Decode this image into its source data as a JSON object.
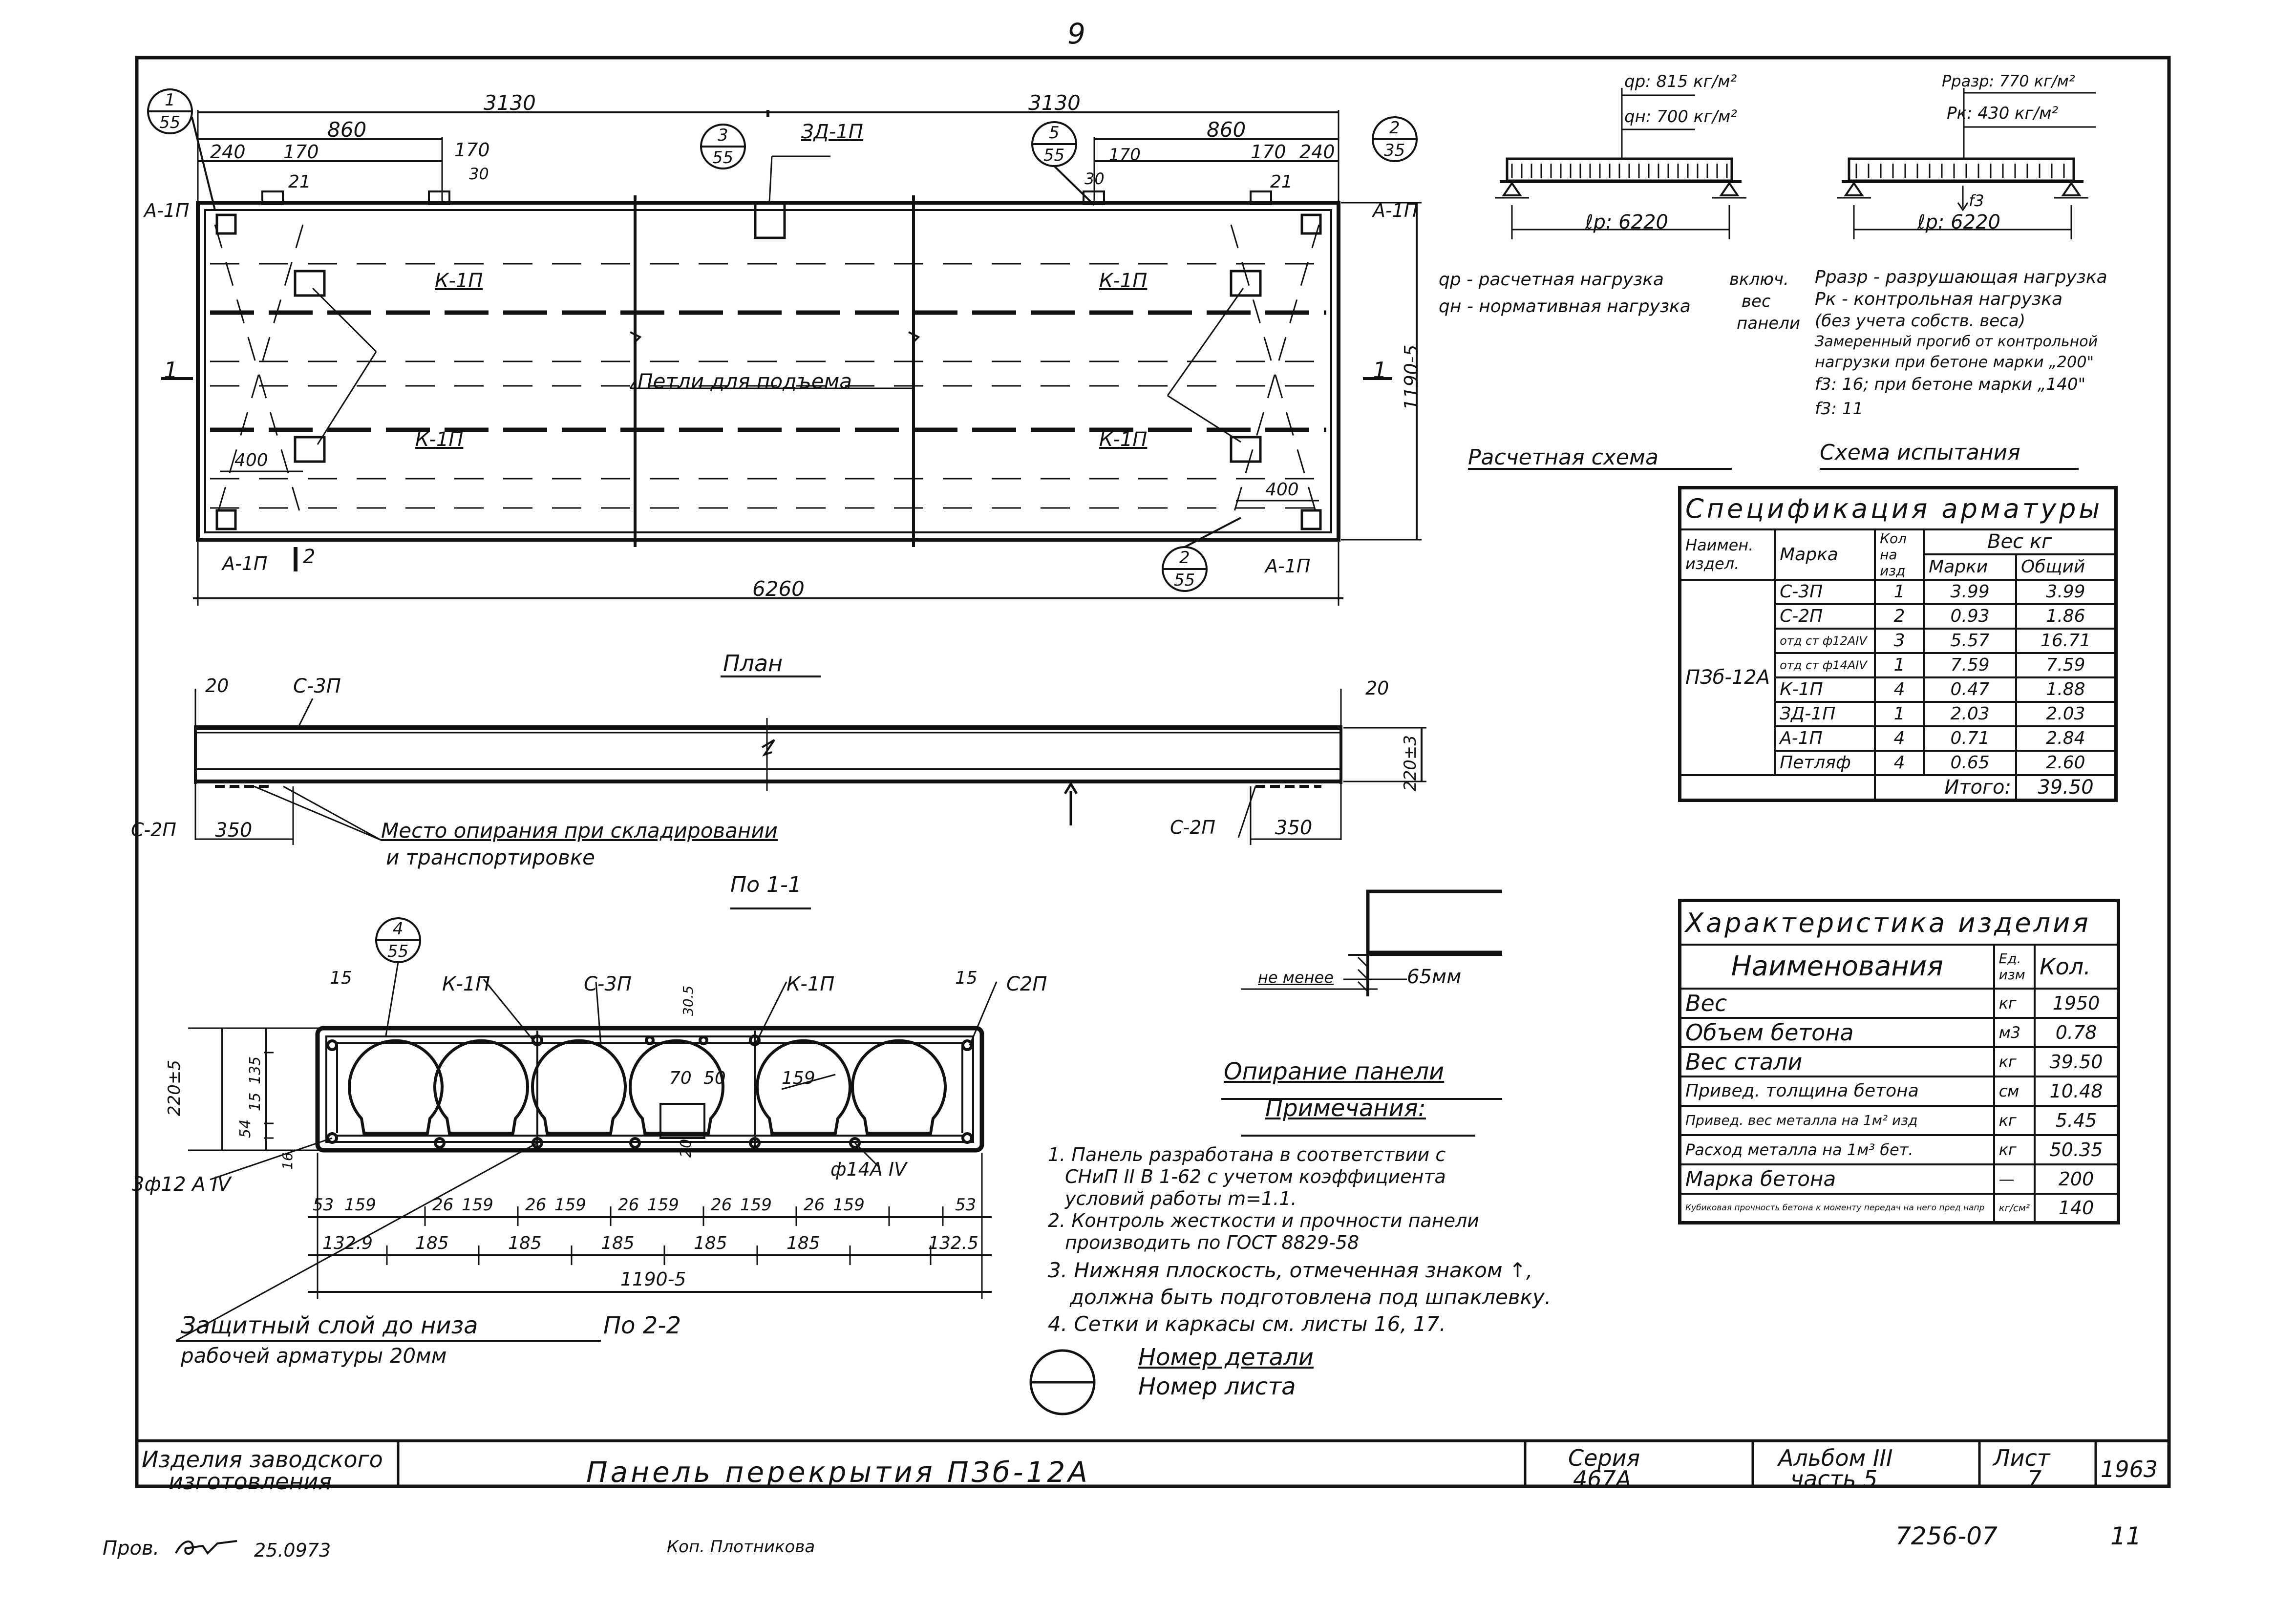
{
  "page_number": "9",
  "plan": {
    "title": "План",
    "dims_top": [
      "3130",
      "3130",
      "860",
      "860",
      "240",
      "170",
      "170",
      "170",
      "170",
      "240",
      "21",
      "30",
      "30",
      "21"
    ],
    "balloons": [
      {
        "top": "1",
        "bottom": "55"
      },
      {
        "top": "3",
        "bottom": "55"
      },
      {
        "top": "5",
        "bottom": "55"
      },
      {
        "top": "2",
        "bottom": "35"
      },
      {
        "top": "2",
        "bottom": "55"
      }
    ],
    "labels": {
      "zd": "ЗД-1П",
      "a1": "А-1П",
      "a2": "А-1П",
      "a3": "А-1П",
      "a4": "А-1П",
      "k1": "К-1П",
      "k2": "К-1П",
      "k3": "К-1П",
      "k4": "К-1П",
      "petli": "Петли для подъема",
      "d400a": "400",
      "d400b": "400",
      "width": "1190-5",
      "length": "6260",
      "sec1_left": "1",
      "sec1_right": "1",
      "sec2": "2"
    }
  },
  "side_view": {
    "title": "По 1-1",
    "labels": {
      "d20a": "20",
      "d20b": "20",
      "c3": "С-3П",
      "c2_left": "С-2П",
      "c2_right": "С-2П",
      "d350a": "350",
      "d350b": "350",
      "h": "220±3",
      "support_line1": "Место опирания при складировании",
      "support_line2": "и транспортировке"
    }
  },
  "section": {
    "balloon": {
      "top": "4",
      "bottom": "55"
    },
    "labels": {
      "d15a": "15",
      "d15b": "15",
      "k1a": "К-1П",
      "c3": "С-3П",
      "k1b": "К-1П",
      "c2": "С2П",
      "d305": "30.5",
      "d70": "70",
      "d50": "50",
      "d159": "159",
      "d20": "20",
      "h_total": "220±5",
      "h54": "54",
      "h15": "15",
      "h135": "135",
      "h16": "16",
      "rebar_left": "3ф12 А IV",
      "rebar_right": "ф14А IV",
      "bottom_dims": [
        "53",
        "159",
        "26",
        "159",
        "26",
        "159",
        "26",
        "159",
        "26",
        "159",
        "26",
        "159",
        "53"
      ],
      "pitch_dims": [
        "132.9",
        "185",
        "185",
        "185",
        "185",
        "185",
        "132.5"
      ],
      "width": "1190-5",
      "cover_line1": "Защитный слой до низа",
      "cover_line2": "рабочей арматуры 20мм",
      "section2": "По 2-2"
    }
  },
  "support_detail": {
    "min_label": "не менее",
    "value": "65мм",
    "title": "Опирание панели"
  },
  "design_scheme": {
    "qp": "qр: 815 кг/м²",
    "qn": "qн: 700 кг/м²",
    "span": "ℓр: 6220",
    "caption": "Расчетная схема",
    "legend": [
      "qр - расчетная нагрузка",
      "qн - нормативная нагрузка"
    ],
    "legend_note": [
      "включ.",
      "вес",
      "панели"
    ]
  },
  "test_scheme": {
    "prazr": "Рразр: 770 кг/м²",
    "pk": "Рк: 430 кг/м²",
    "f3": "f3",
    "span": "ℓр: 6220",
    "caption": "Схема испытания",
    "notes": [
      "Рразр - разрушающая нагрузка",
      "Рк - контрольная нагрузка",
      "(без учета собств. веса)",
      "Замеренный прогиб от контрольной",
      "нагрузки при бетоне марки „200\"",
      "f3: 16; при бетоне марки „140\"",
      "f3: 11"
    ]
  },
  "spec_table": {
    "title": "Спецификация арматуры",
    "headers": {
      "name": "Наимен. издел.",
      "mark": "Марка",
      "count": "Кол на изд",
      "weight": "Вес кг",
      "per_mark": "Марки",
      "total": "Общий"
    },
    "product": "ПЗб-12А",
    "rows": [
      {
        "mark": "С-3П",
        "count": "1",
        "w": "3.99",
        "total": "3.99"
      },
      {
        "mark": "С-2П",
        "count": "2",
        "w": "0.93",
        "total": "1.86"
      },
      {
        "mark": "отд ст ф12АIV",
        "count": "3",
        "w": "5.57",
        "total": "16.71"
      },
      {
        "mark": "отд ст ф14АIV",
        "count": "1",
        "w": "7.59",
        "total": "7.59"
      },
      {
        "mark": "К-1П",
        "count": "4",
        "w": "0.47",
        "total": "1.88"
      },
      {
        "mark": "ЗД-1П",
        "count": "1",
        "w": "2.03",
        "total": "2.03"
      },
      {
        "mark": "А-1П",
        "count": "4",
        "w": "0.71",
        "total": "2.84"
      },
      {
        "mark": "Петляф",
        "count": "4",
        "w": "0.65",
        "total": "2.60"
      }
    ],
    "total_label": "Итого:",
    "total_value": "39.50"
  },
  "char_table": {
    "title": "Характеристика изделия",
    "headers": {
      "name": "Наименования",
      "unit": "Ед. изм",
      "qty": "Кол."
    },
    "rows": [
      {
        "name": "Вес",
        "unit": "кг",
        "qty": "1950"
      },
      {
        "name": "Объем бетона",
        "unit": "м3",
        "qty": "0.78"
      },
      {
        "name": "Вес стали",
        "unit": "кг",
        "qty": "39.50"
      },
      {
        "name": "Привед. толщина бетона",
        "unit": "см",
        "qty": "10.48"
      },
      {
        "name": "Привед. вес металла на 1м² изд",
        "unit": "кг",
        "qty": "5.45"
      },
      {
        "name": "Расход металла на 1м³ бет.",
        "unit": "кг",
        "qty": "50.35"
      },
      {
        "name": "Марка бетона",
        "unit": "—",
        "qty": "200"
      },
      {
        "name": "Кубиковая прочность бетона к моменту передач на него пред напр",
        "unit": "кг/см²",
        "qty": "140"
      }
    ]
  },
  "notes": {
    "title": "Примечания:",
    "items": [
      "1. Панель разработана в соответствии с",
      "СНиП II В 1-62 с учетом коэффициента",
      "условий работы m=1.1.",
      "2. Контроль жесткости и прочности панели",
      "производить по ГОСТ 8829-58",
      "3. Нижняя плоскость, отмеченная знаком ↑,",
      "должна быть подготовлена под шпаклевку.",
      "4. Сетки и каркасы см. листы 16, 17."
    ]
  },
  "legend": {
    "detail": "Номер детали",
    "sheet": "Номер листа"
  },
  "title_block": {
    "left1": "Изделия заводского",
    "left2": "изготовления",
    "title": "Панель перекрытия ПЗб-12А",
    "series_label": "Серия",
    "series": "467А",
    "album": "Альбом III",
    "part": "часть 5",
    "sheet_label": "Лист",
    "sheet": "7",
    "year": "1963"
  },
  "footer": {
    "checked": "Пров.",
    "date": "25.0973",
    "copied": "Коп. Плотникова",
    "number": "7256-07",
    "page": "11"
  }
}
